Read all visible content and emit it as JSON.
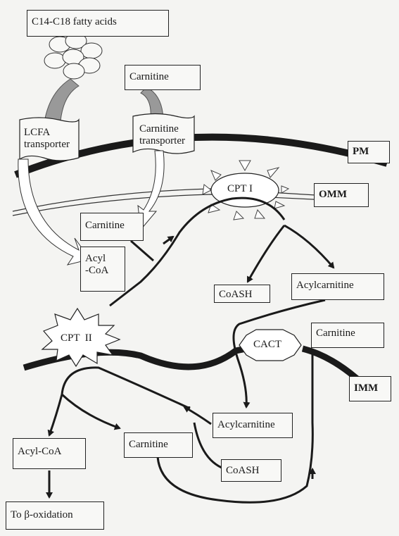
{
  "diagram": {
    "fatty_acids": "C14-C18 fatty acids",
    "carnitine_top": "Carnitine",
    "lcfa_transporter": [
      "LCFA",
      "transporter"
    ],
    "carnitine_transporter": [
      "Carnitine",
      "transporter"
    ],
    "pm": "PM",
    "omm": "OMM",
    "imm": "IMM",
    "cpt1": "CPT I",
    "cpt2": "CPT  II",
    "cact": "CACT",
    "carnitine_cyto": "Carnitine",
    "acyl_coa_cyto": [
      "Acyl",
      "-CoA"
    ],
    "coash_ims": "CoASH",
    "acylcarnitine_ims": "Acylcarnitine",
    "carnitine_ims": "Carnitine",
    "acylcarnitine_matrix": "Acylcarnitine",
    "carnitine_matrix": "Carnitine",
    "coash_matrix": "CoASH",
    "acyl_coa_matrix": "Acyl-CoA",
    "beta_ox": "To β-oxidation"
  }
}
